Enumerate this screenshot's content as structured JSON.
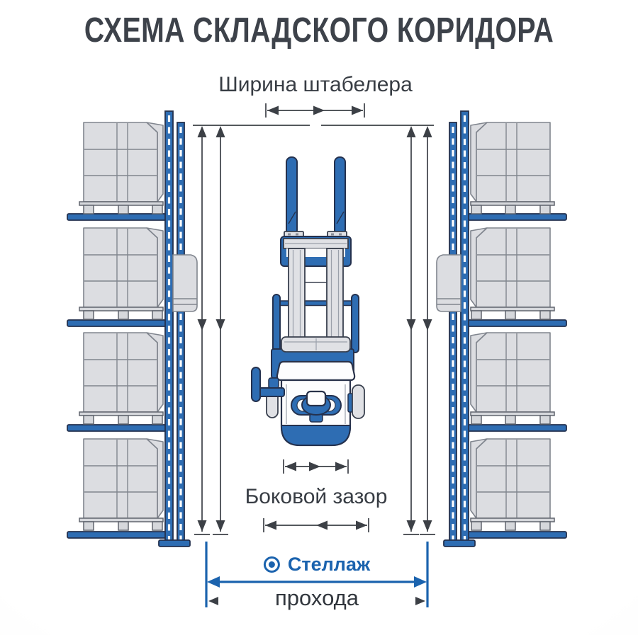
{
  "title": "СХЕМА СКЛАДСКОГО КОРИДОРА",
  "labels": {
    "stacker_width": "Ширина штабелера",
    "side_clearance": "Боковой зазор",
    "rack": "Стеллаж",
    "aisle": "прохода"
  },
  "icons": {
    "rack_bullet": "bullseye-icon"
  },
  "colors": {
    "background": "#fbfbfa",
    "accent_blue": "#2e6db3",
    "outline_navy": "#24314e",
    "dimension_gray": "#3c4046",
    "label_blue": "#1b63ae",
    "text_dark": "#3d424a",
    "box_gray": "#dcdde1"
  }
}
